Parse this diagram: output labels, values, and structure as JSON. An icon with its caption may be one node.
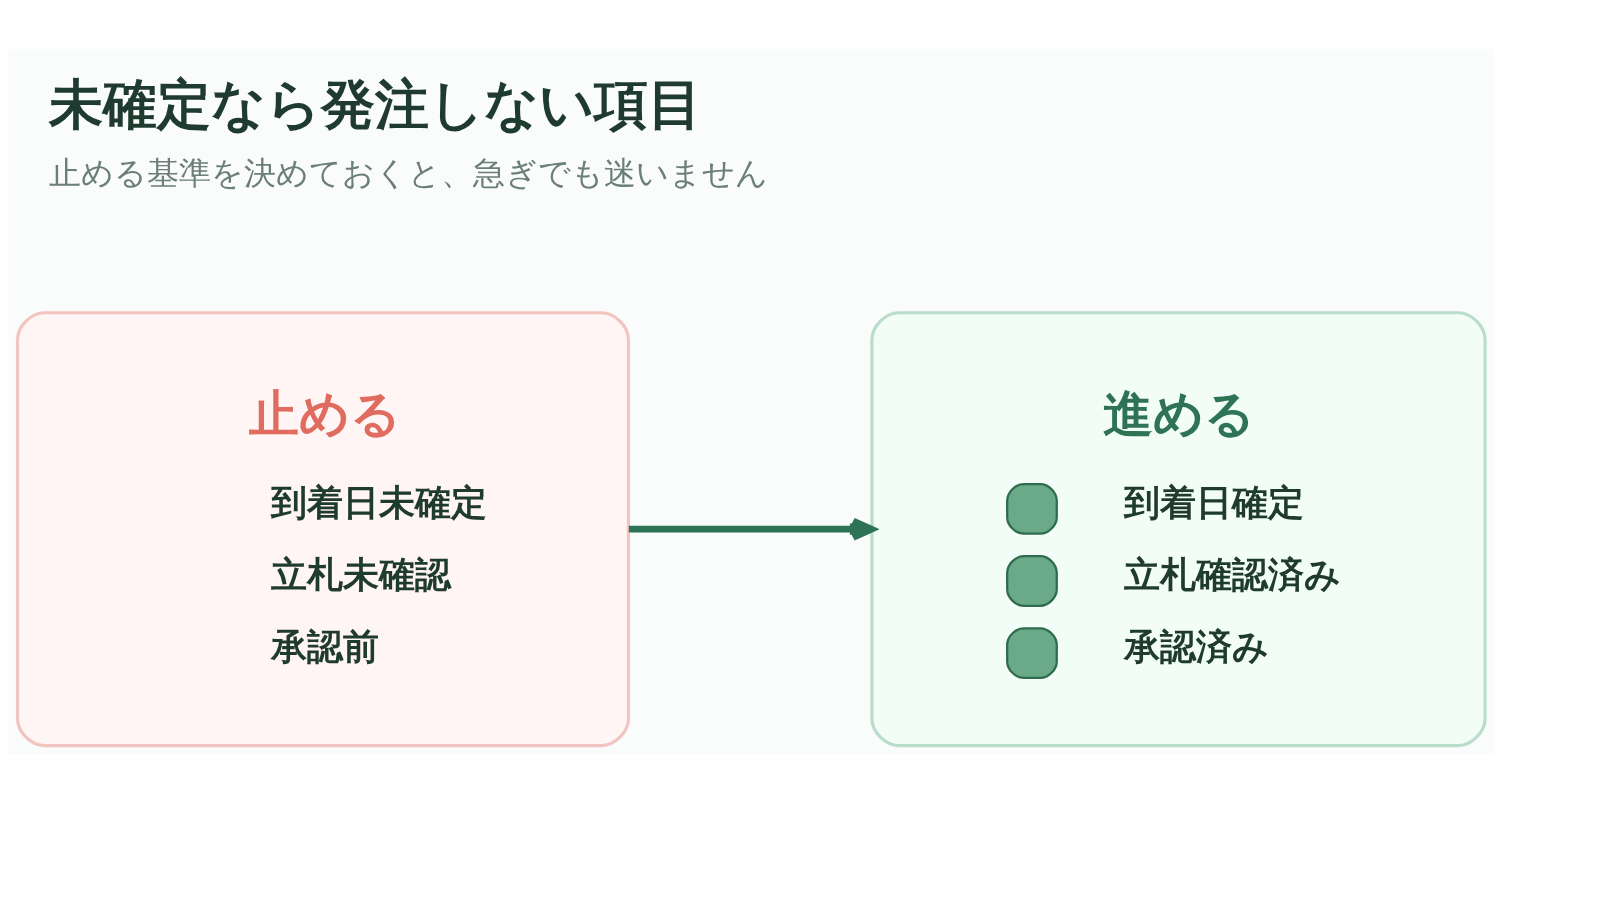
{
  "diagram": {
    "title": "未確定なら発注しない項目",
    "caption": "止める基準を決めておくと、急ぎでも迷いません",
    "nodes": [
      {
        "text": [
          "止める",
          "到着日未確定",
          "立札未確認",
          "承認前"
        ]
      },
      {
        "text": [
          "進める",
          "到着日確定",
          "立札確認済み",
          "承認済み"
        ]
      }
    ],
    "edges": [
      {
        "from": 0,
        "to": 1,
        "arrow": "to"
      }
    ]
  }
}
